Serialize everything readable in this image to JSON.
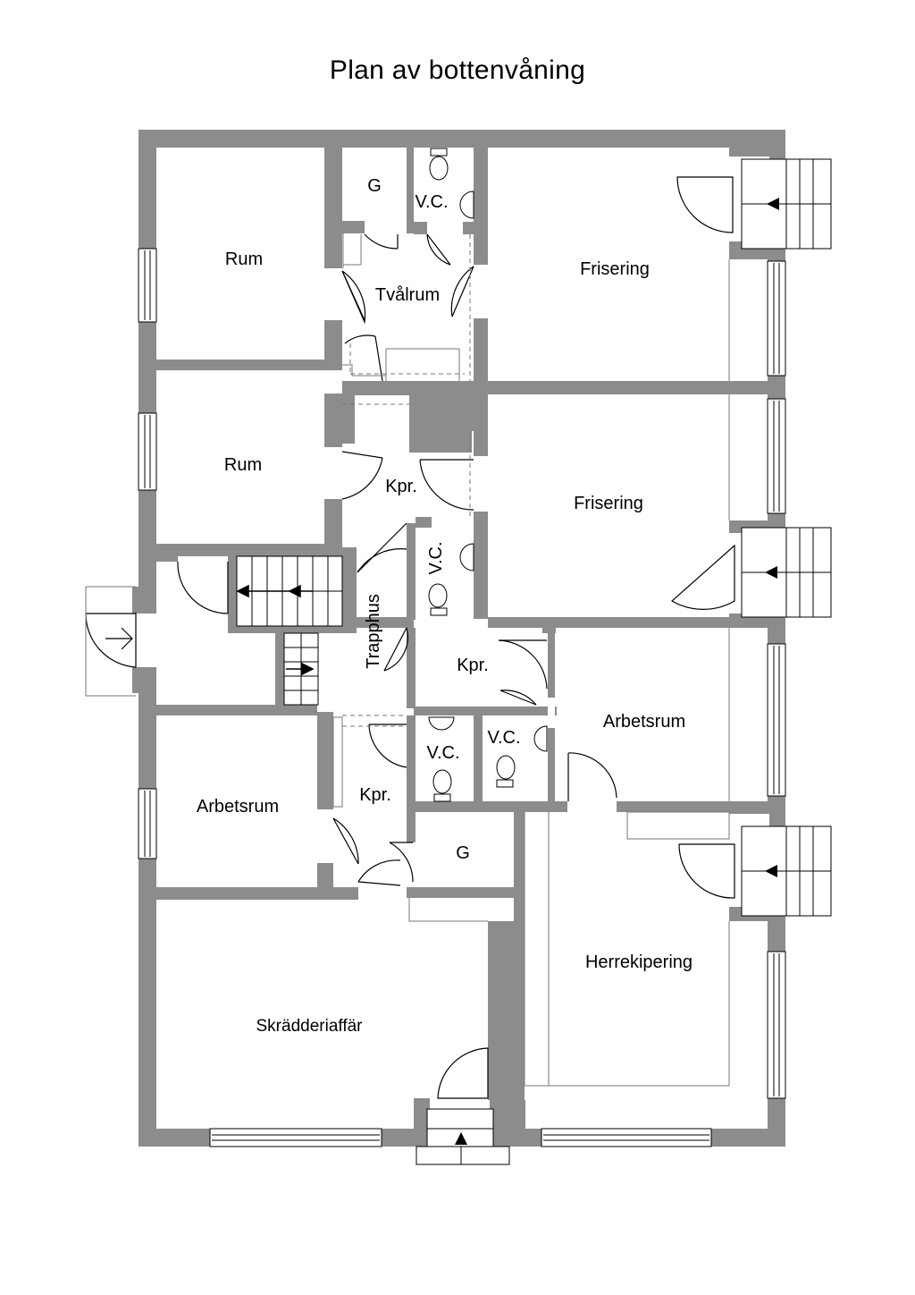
{
  "title": "Plan av bottenvåning",
  "colors": {
    "wall": "#8c8c8c",
    "background": "#ffffff",
    "line": "#000000",
    "thin_line": "#777777"
  },
  "rooms": {
    "rum_1": "Rum",
    "rum_2": "Rum",
    "g_1": "G",
    "vc_1": "V.C.",
    "tvalrum": "Tvålrum",
    "frisering_1": "Frisering",
    "frisering_2": "Frisering",
    "kpr_1": "Kpr.",
    "vc_2": "V.C.",
    "trapphus": "Trapphus",
    "kpr_2": "Kpr.",
    "vc_3": "V.C.",
    "vc_4": "V.C.",
    "arbetsrum_1": "Arbetsrum",
    "arbetsrum_2": "Arbetsrum",
    "kpr_3": "Kpr.",
    "g_2": "G",
    "herrekipering": "Herrekipering",
    "skradderiaffar": "Skrädderiaffär"
  }
}
